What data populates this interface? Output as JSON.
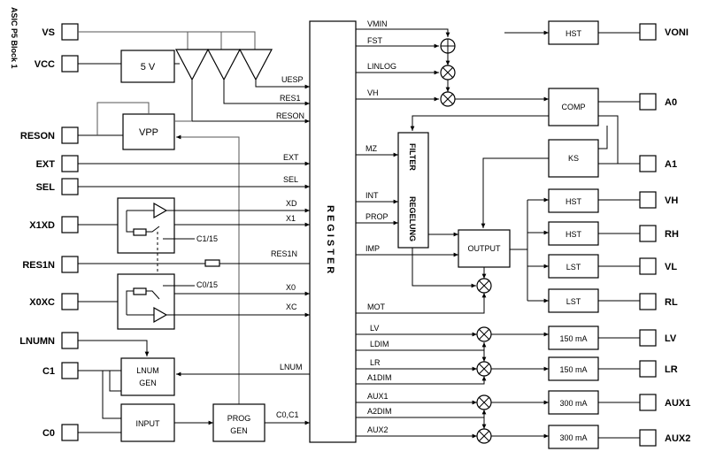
{
  "doc_title": "ASIC P5 Block 1",
  "pins_left": [
    "VS",
    "VCC",
    "RESON",
    "EXT",
    "SEL",
    "X1XD",
    "RES1N",
    "X0XC",
    "LNUMN",
    "C1",
    "C0"
  ],
  "pins_right": [
    "VONI",
    "A0",
    "A1",
    "VH",
    "RH",
    "VL",
    "RL",
    "LV",
    "LR",
    "AUX1",
    "AUX2"
  ],
  "blocks": {
    "v5": "5 V",
    "vpp": "VPP",
    "register": "REGISTER",
    "filter": "FILTER",
    "regelung": "REGELUNG",
    "comp": "COMP",
    "ks": "KS",
    "output": "OUTPUT",
    "hst_top": "HST",
    "hst_vh": "HST",
    "hst_rh": "HST",
    "lst_vl": "LST",
    "lst_rl": "LST",
    "drv_lv": "150 mA",
    "drv_lr": "150 mA",
    "drv_aux1": "300 mA",
    "drv_aux2": "300 mA",
    "lnum_gen_1": "LNUM",
    "lnum_gen_2": "GEN",
    "input": "INPUT",
    "prog_gen_1": "PROG",
    "prog_gen_2": "GEN"
  },
  "signals_left": {
    "uesp": "UESP",
    "res1": "RES1",
    "reson": "RESON",
    "ext": "EXT",
    "sel": "SEL",
    "xd": "XD",
    "x1": "X1",
    "c1_15": "C1/15",
    "res1n": "RES1N",
    "c0_15": "C0/15",
    "x0": "X0",
    "xc": "XC",
    "lnum": "LNUM",
    "c0c1": "C0,C1"
  },
  "signals_right": {
    "vmin": "VMIN",
    "fst": "FST",
    "linlog": "LINLOG",
    "vh": "VH",
    "mz": "MZ",
    "int": "INT",
    "prop": "PROP",
    "imp": "IMP",
    "mot": "MOT",
    "lv": "LV",
    "ldim": "LDIM",
    "lr": "LR",
    "a1dim": "A1DIM",
    "aux1": "AUX1",
    "a2dim": "A2DIM",
    "aux2": "AUX2"
  }
}
